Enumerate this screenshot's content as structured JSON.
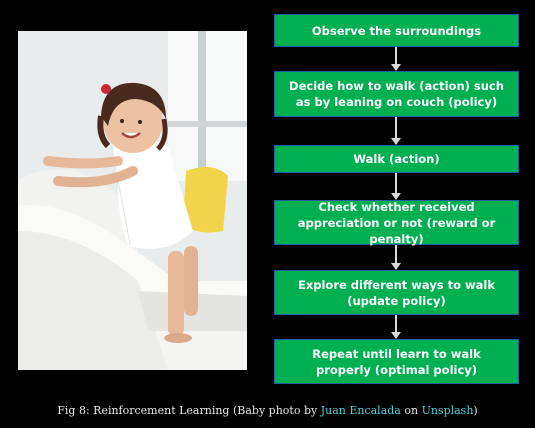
{
  "flowchart": {
    "steps": [
      "Observe the surroundings",
      "Decide how to walk (action) such as by leaning on couch (policy)",
      "Walk (action)",
      "Check whether received appreciation or not (reward or penalty)",
      "Explore different ways to walk (update policy)",
      "Repeat until learn to walk properly (optimal policy)"
    ]
  },
  "caption": {
    "prefix": "Fig 8: Reinforcement Learning (Baby photo by ",
    "author_link": "Juan Encalada",
    "middle": " on ",
    "source_link": "Unsplash",
    "suffix": ")"
  },
  "colors": {
    "box_fill": "#00b050",
    "box_border": "#1f5fa0",
    "arrow": "#d9d9d9",
    "link": "#4fd1d9"
  }
}
